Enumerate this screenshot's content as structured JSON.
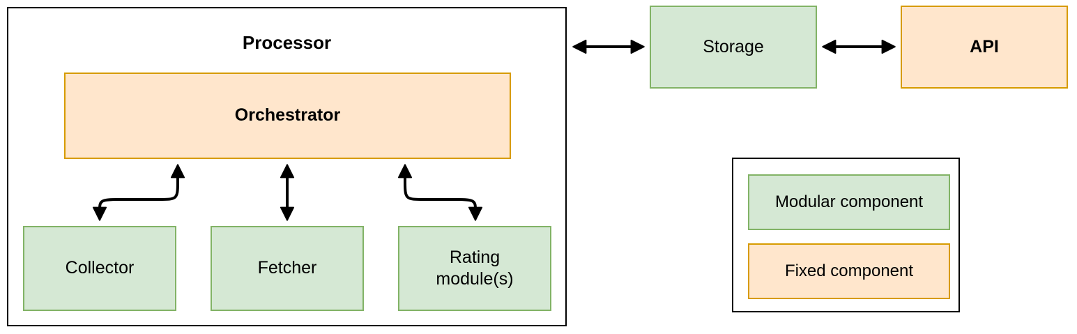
{
  "diagram": {
    "processor_group": {
      "title": "Processor"
    },
    "nodes": {
      "orchestrator": {
        "label": "Orchestrator",
        "type": "fixed"
      },
      "collector": {
        "label": "Collector",
        "type": "modular"
      },
      "fetcher": {
        "label": "Fetcher",
        "type": "modular"
      },
      "rating": {
        "line1": "Rating",
        "line2": "module(s)",
        "type": "modular"
      },
      "storage": {
        "label": "Storage",
        "type": "modular"
      },
      "api": {
        "label": "API",
        "type": "fixed"
      }
    },
    "edges": [
      {
        "from": "orchestrator",
        "to": "collector",
        "bidirectional": true,
        "shape": "s-curve"
      },
      {
        "from": "orchestrator",
        "to": "fetcher",
        "bidirectional": true,
        "shape": "straight"
      },
      {
        "from": "orchestrator",
        "to": "rating",
        "bidirectional": true,
        "shape": "s-curve"
      },
      {
        "from": "processor",
        "to": "storage",
        "bidirectional": true,
        "shape": "straight"
      },
      {
        "from": "storage",
        "to": "api",
        "bidirectional": true,
        "shape": "straight"
      }
    ],
    "legend": {
      "modular_label": "Modular component",
      "fixed_label": "Fixed component"
    },
    "colors": {
      "modular_fill": "#d5e8d4",
      "modular_stroke": "#82b366",
      "fixed_fill": "#ffe6cc",
      "fixed_stroke": "#d79b00",
      "frame_stroke": "#000000",
      "arrow": "#000000",
      "text": "#000000",
      "background": "#ffffff"
    }
  }
}
